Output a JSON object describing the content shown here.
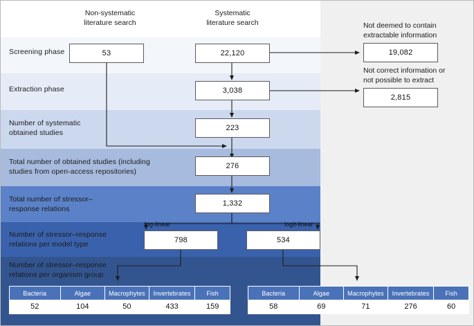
{
  "figure": {
    "title": "Literature search and stressor-response relation extraction flowchart",
    "palette": {
      "grey_panel": "#f0f0f0",
      "band1": "#f3f6fb",
      "band2": "#e6ecf7",
      "band3": "#ccd8ee",
      "band4": "#a7bbdf",
      "band5": "#5b82c8",
      "band6": "#3a62ac",
      "band7": "#33558f",
      "table_header": "#4a72b8",
      "box_border": "#59595c"
    }
  },
  "column_headers": [
    {
      "id": "non-systematic",
      "label": "Non-systematic\nliterature search"
    },
    {
      "id": "systematic",
      "label": "Systematic\nliterature search"
    }
  ],
  "bands": [
    {
      "id": "screening-phase",
      "label": "Screening phase",
      "color": "#f3f6fb"
    },
    {
      "id": "extraction-phase",
      "label": "Extraction phase",
      "color": "#e6ecf7"
    },
    {
      "id": "systematic-obtained",
      "label": "Number of systematic\nobtained studies",
      "color": "#ccd8ee"
    },
    {
      "id": "total-obtained",
      "label": "Total number of obtained studies (including\nstudies from open-access repositories)",
      "color": "#a7bbdf"
    },
    {
      "id": "total-relations",
      "label": "Total number of stressor–\nresponse relations",
      "color": "#5b82c8"
    },
    {
      "id": "per-model-type",
      "label": "Number of stressor–response\nrelations per model type",
      "color": "#3a62ac"
    },
    {
      "id": "per-organism-group",
      "label": "Number of stressor–response\nrelations per organism group",
      "color": "#33558f"
    }
  ],
  "boxes": {
    "non_systematic_screening": "53",
    "systematic_screening": "22,120",
    "extraction": "3,038",
    "systematic_obtained": "223",
    "total_obtained": "276",
    "total_relations": "1,332",
    "log_linear": "798",
    "logit_linear": "534",
    "excluded_no_extractable": "19,082",
    "excluded_not_correct": "2,815"
  },
  "right_captions": [
    {
      "id": "not-deemed",
      "label": "Not deemed to contain\nextractable information"
    },
    {
      "id": "not-correct",
      "label": "Not correct information or\nnot possible to extract"
    }
  ],
  "edge_labels": [
    {
      "id": "log-linear",
      "label": "log-linear"
    },
    {
      "id": "logit-linear",
      "label": "logit-linear"
    }
  ],
  "organism_tables": [
    {
      "id": "log-linear-organisms",
      "columns": [
        "Bacteria",
        "Algae",
        "Macrophytes",
        "Invertebrates",
        "Fish"
      ],
      "values": [
        "52",
        "104",
        "50",
        "433",
        "159"
      ]
    },
    {
      "id": "logit-linear-organisms",
      "columns": [
        "Bacteria",
        "Algae",
        "Macrophytes",
        "Invertebrates",
        "Fish"
      ],
      "values": [
        "58",
        "69",
        "71",
        "276",
        "60"
      ]
    }
  ],
  "chart_data": {
    "type": "table",
    "title": "Stressor–response relations per organism group",
    "categories": [
      "Bacteria",
      "Algae",
      "Macrophytes",
      "Invertebrates",
      "Fish"
    ],
    "series": [
      {
        "name": "log-linear (798)",
        "values": [
          52,
          104,
          50,
          433,
          159
        ]
      },
      {
        "name": "logit-linear (534)",
        "values": [
          58,
          69,
          71,
          276,
          60
        ]
      }
    ],
    "flow_counts": {
      "non_systematic_screening": 53,
      "systematic_screening": 22120,
      "not_deemed_extractable": 19082,
      "extraction_phase": 3038,
      "not_correct_or_not_extractable": 2815,
      "systematic_obtained_studies": 223,
      "total_obtained_studies": 276,
      "total_stressor_response_relations": 1332,
      "log_linear_relations": 798,
      "logit_linear_relations": 534
    }
  }
}
